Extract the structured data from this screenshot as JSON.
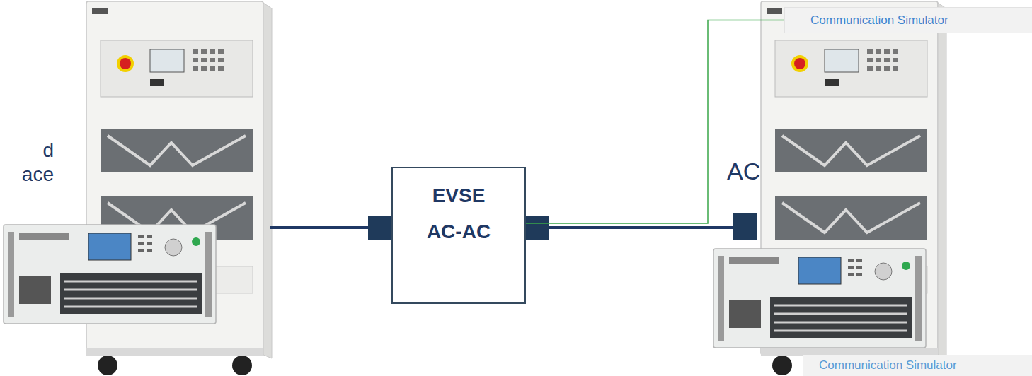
{
  "diagram": {
    "nodes": [
      {
        "text": [
          "EVSE",
          "AC-AC"
        ]
      },
      {
        "text": [
          "Communication Simulator"
        ]
      },
      {
        "text": [
          "Communication Simulator"
        ]
      }
    ],
    "edges": [
      {
        "from": 0,
        "to": 1,
        "arrow": "none"
      }
    ],
    "labels": [
      "d",
      "ace",
      "AC"
    ]
  }
}
